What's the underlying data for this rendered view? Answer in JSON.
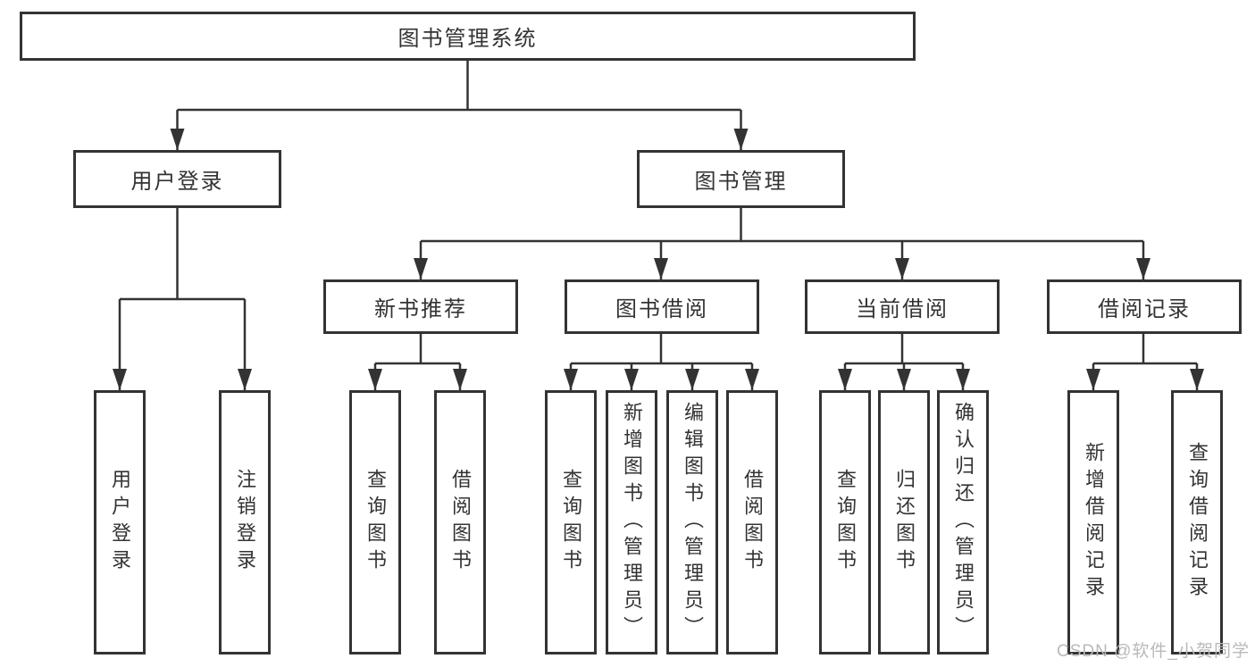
{
  "tree": {
    "root": "图书管理系统",
    "level2": [
      {
        "label": "用户登录"
      },
      {
        "label": "图书管理"
      }
    ],
    "categories": [
      {
        "label": "新书推荐",
        "parent": "图书管理"
      },
      {
        "label": "图书借阅",
        "parent": "图书管理"
      },
      {
        "label": "当前借阅",
        "parent": "图书管理"
      },
      {
        "label": "借阅记录",
        "parent": "图书管理"
      }
    ],
    "leaves": [
      {
        "label": "用户登录",
        "parent": "用户登录"
      },
      {
        "label": "注销登录",
        "parent": "用户登录"
      },
      {
        "label": "查询图书",
        "parent": "新书推荐"
      },
      {
        "label": "借阅图书",
        "parent": "新书推荐"
      },
      {
        "label": "查询图书",
        "parent": "图书借阅"
      },
      {
        "label": "新增图书（管理员）",
        "parent": "图书借阅"
      },
      {
        "label": "编辑图书（管理员）",
        "parent": "图书借阅"
      },
      {
        "label": "借阅图书",
        "parent": "图书借阅"
      },
      {
        "label": "查询图书",
        "parent": "当前借阅"
      },
      {
        "label": "归还图书",
        "parent": "当前借阅"
      },
      {
        "label": "确认归还（管理员）",
        "parent": "当前借阅"
      },
      {
        "label": "新增借阅记录",
        "parent": "借阅记录"
      },
      {
        "label": "查询借阅记录",
        "parent": "借阅记录"
      }
    ],
    "colors": {
      "line": "#333333",
      "text": "#333333",
      "background": "#ffffff",
      "watermark": "#b9b9b9"
    }
  },
  "watermark": {
    "text": "CSDN @软件_小贺同学"
  }
}
